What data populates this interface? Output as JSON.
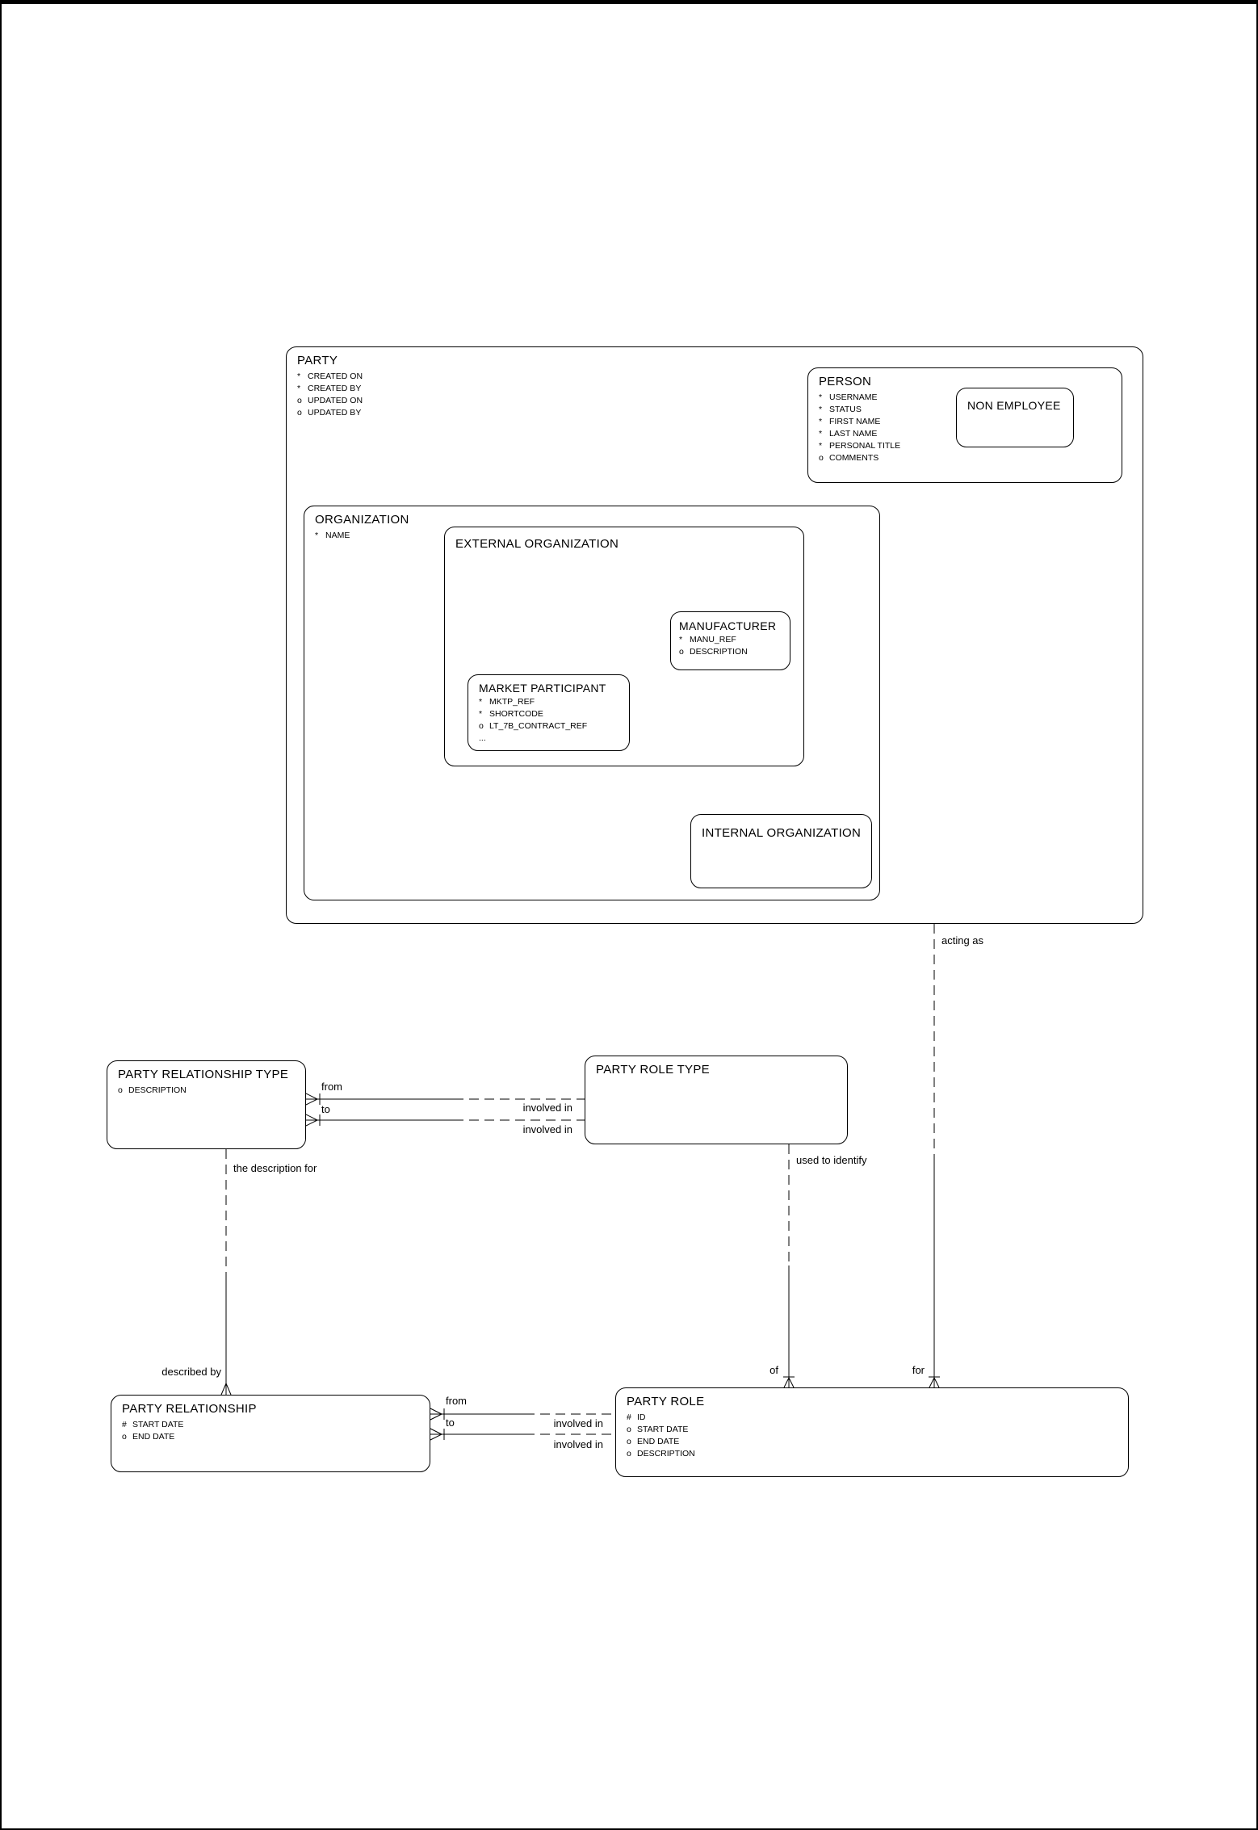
{
  "entities": {
    "party": {
      "title": "PARTY",
      "attrs": [
        [
          "*",
          "CREATED ON"
        ],
        [
          "*",
          "CREATED BY"
        ],
        [
          "o",
          "UPDATED ON"
        ],
        [
          "o",
          "UPDATED BY"
        ]
      ]
    },
    "person": {
      "title": "PERSON",
      "attrs": [
        [
          "*",
          "USERNAME"
        ],
        [
          "*",
          "STATUS"
        ],
        [
          "*",
          "FIRST NAME"
        ],
        [
          "*",
          "LAST NAME"
        ],
        [
          "*",
          "PERSONAL TITLE"
        ],
        [
          "o",
          "COMMENTS"
        ]
      ]
    },
    "non_employee": {
      "title": "NON EMPLOYEE",
      "attrs": []
    },
    "organization": {
      "title": "ORGANIZATION",
      "attrs": [
        [
          "*",
          "NAME"
        ]
      ]
    },
    "external_organization": {
      "title": "EXTERNAL ORGANIZATION",
      "attrs": []
    },
    "manufacturer": {
      "title": "MANUFACTURER",
      "attrs": [
        [
          "*",
          "MANU_REF"
        ],
        [
          "o",
          "DESCRIPTION"
        ]
      ]
    },
    "market_participant": {
      "title": "MARKET PARTICIPANT",
      "attrs": [
        [
          "*",
          "MKTP_REF"
        ],
        [
          "*",
          "SHORTCODE"
        ],
        [
          "o",
          "LT_7B_CONTRACT_REF"
        ],
        [
          "...",
          ""
        ]
      ]
    },
    "internal_organization": {
      "title": "INTERNAL ORGANIZATION",
      "attrs": []
    },
    "party_relationship_type": {
      "title": "PARTY RELATIONSHIP TYPE",
      "attrs": [
        [
          "o",
          "DESCRIPTION"
        ]
      ]
    },
    "party_role_type": {
      "title": "PARTY ROLE TYPE",
      "attrs": []
    },
    "party_relationship": {
      "title": "PARTY RELATIONSHIP",
      "attrs": [
        [
          "#",
          "START DATE"
        ],
        [
          "o",
          "END DATE"
        ]
      ]
    },
    "party_role": {
      "title": "PARTY ROLE",
      "attrs": [
        [
          "#",
          "ID"
        ],
        [
          "o",
          "START DATE"
        ],
        [
          "o",
          "END DATE"
        ],
        [
          "o",
          "DESCRIPTION"
        ]
      ]
    }
  },
  "relationships": {
    "acting_as": "acting as",
    "for": "for",
    "used_to_identify": "used to identify",
    "of": "of",
    "the_description_for": "the description for",
    "described_by": "described by",
    "prt_from": "from",
    "prt_to": "to",
    "prt_involved_in_1": "involved in",
    "prt_involved_in_2": "involved in",
    "pr_from": "from",
    "pr_to": "to",
    "pr_involved_in_1": "involved in",
    "pr_involved_in_2": "involved in"
  },
  "colors": {
    "line": "#000000",
    "background": "#ffffff"
  }
}
